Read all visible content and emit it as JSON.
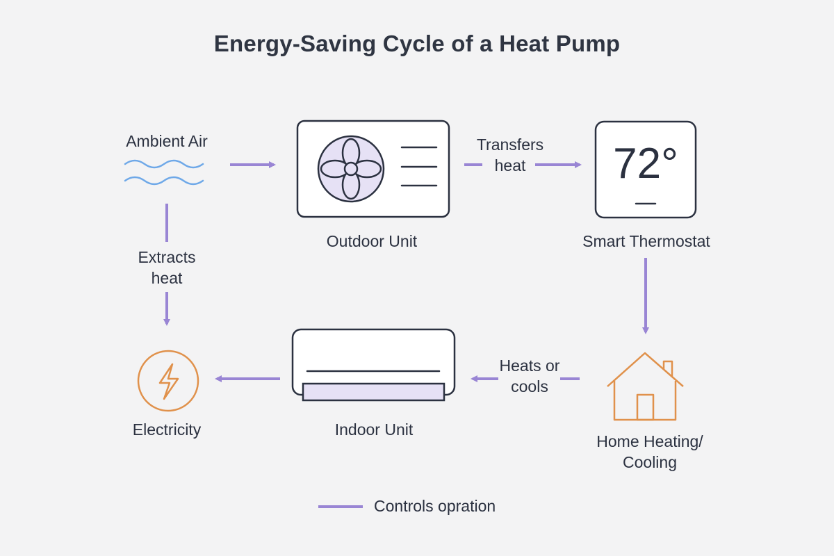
{
  "title": "Energy-Saving Cycle of a Heat Pump",
  "nodes": {
    "ambient_air": "Ambient Air",
    "outdoor_unit": "Outdoor Unit",
    "smart_thermostat": "Smart Thermostat",
    "thermostat_display": "72°",
    "home": [
      "Home Heating/",
      "Cooling"
    ],
    "indoor_unit": "Indoor Unit",
    "electricity": "Electricity"
  },
  "edges": {
    "transfers_heat": [
      "Transfers",
      "heat"
    ],
    "extracts_heat": [
      "Extracts",
      "heat"
    ],
    "heats_or_cools": [
      "Heats or",
      "cools"
    ]
  },
  "legend": {
    "label": "Controls opration"
  },
  "colors": {
    "arrow": "#9985d4",
    "fan_fill": "#e6e1f5",
    "air_waves": "#6ea8e8",
    "orange": "#e0914b",
    "stroke": "#2b3140"
  },
  "icons": [
    "wind-waves-icon",
    "fan-icon",
    "thermostat-icon",
    "house-icon",
    "air-conditioner-icon",
    "lightning-bolt-icon"
  ]
}
